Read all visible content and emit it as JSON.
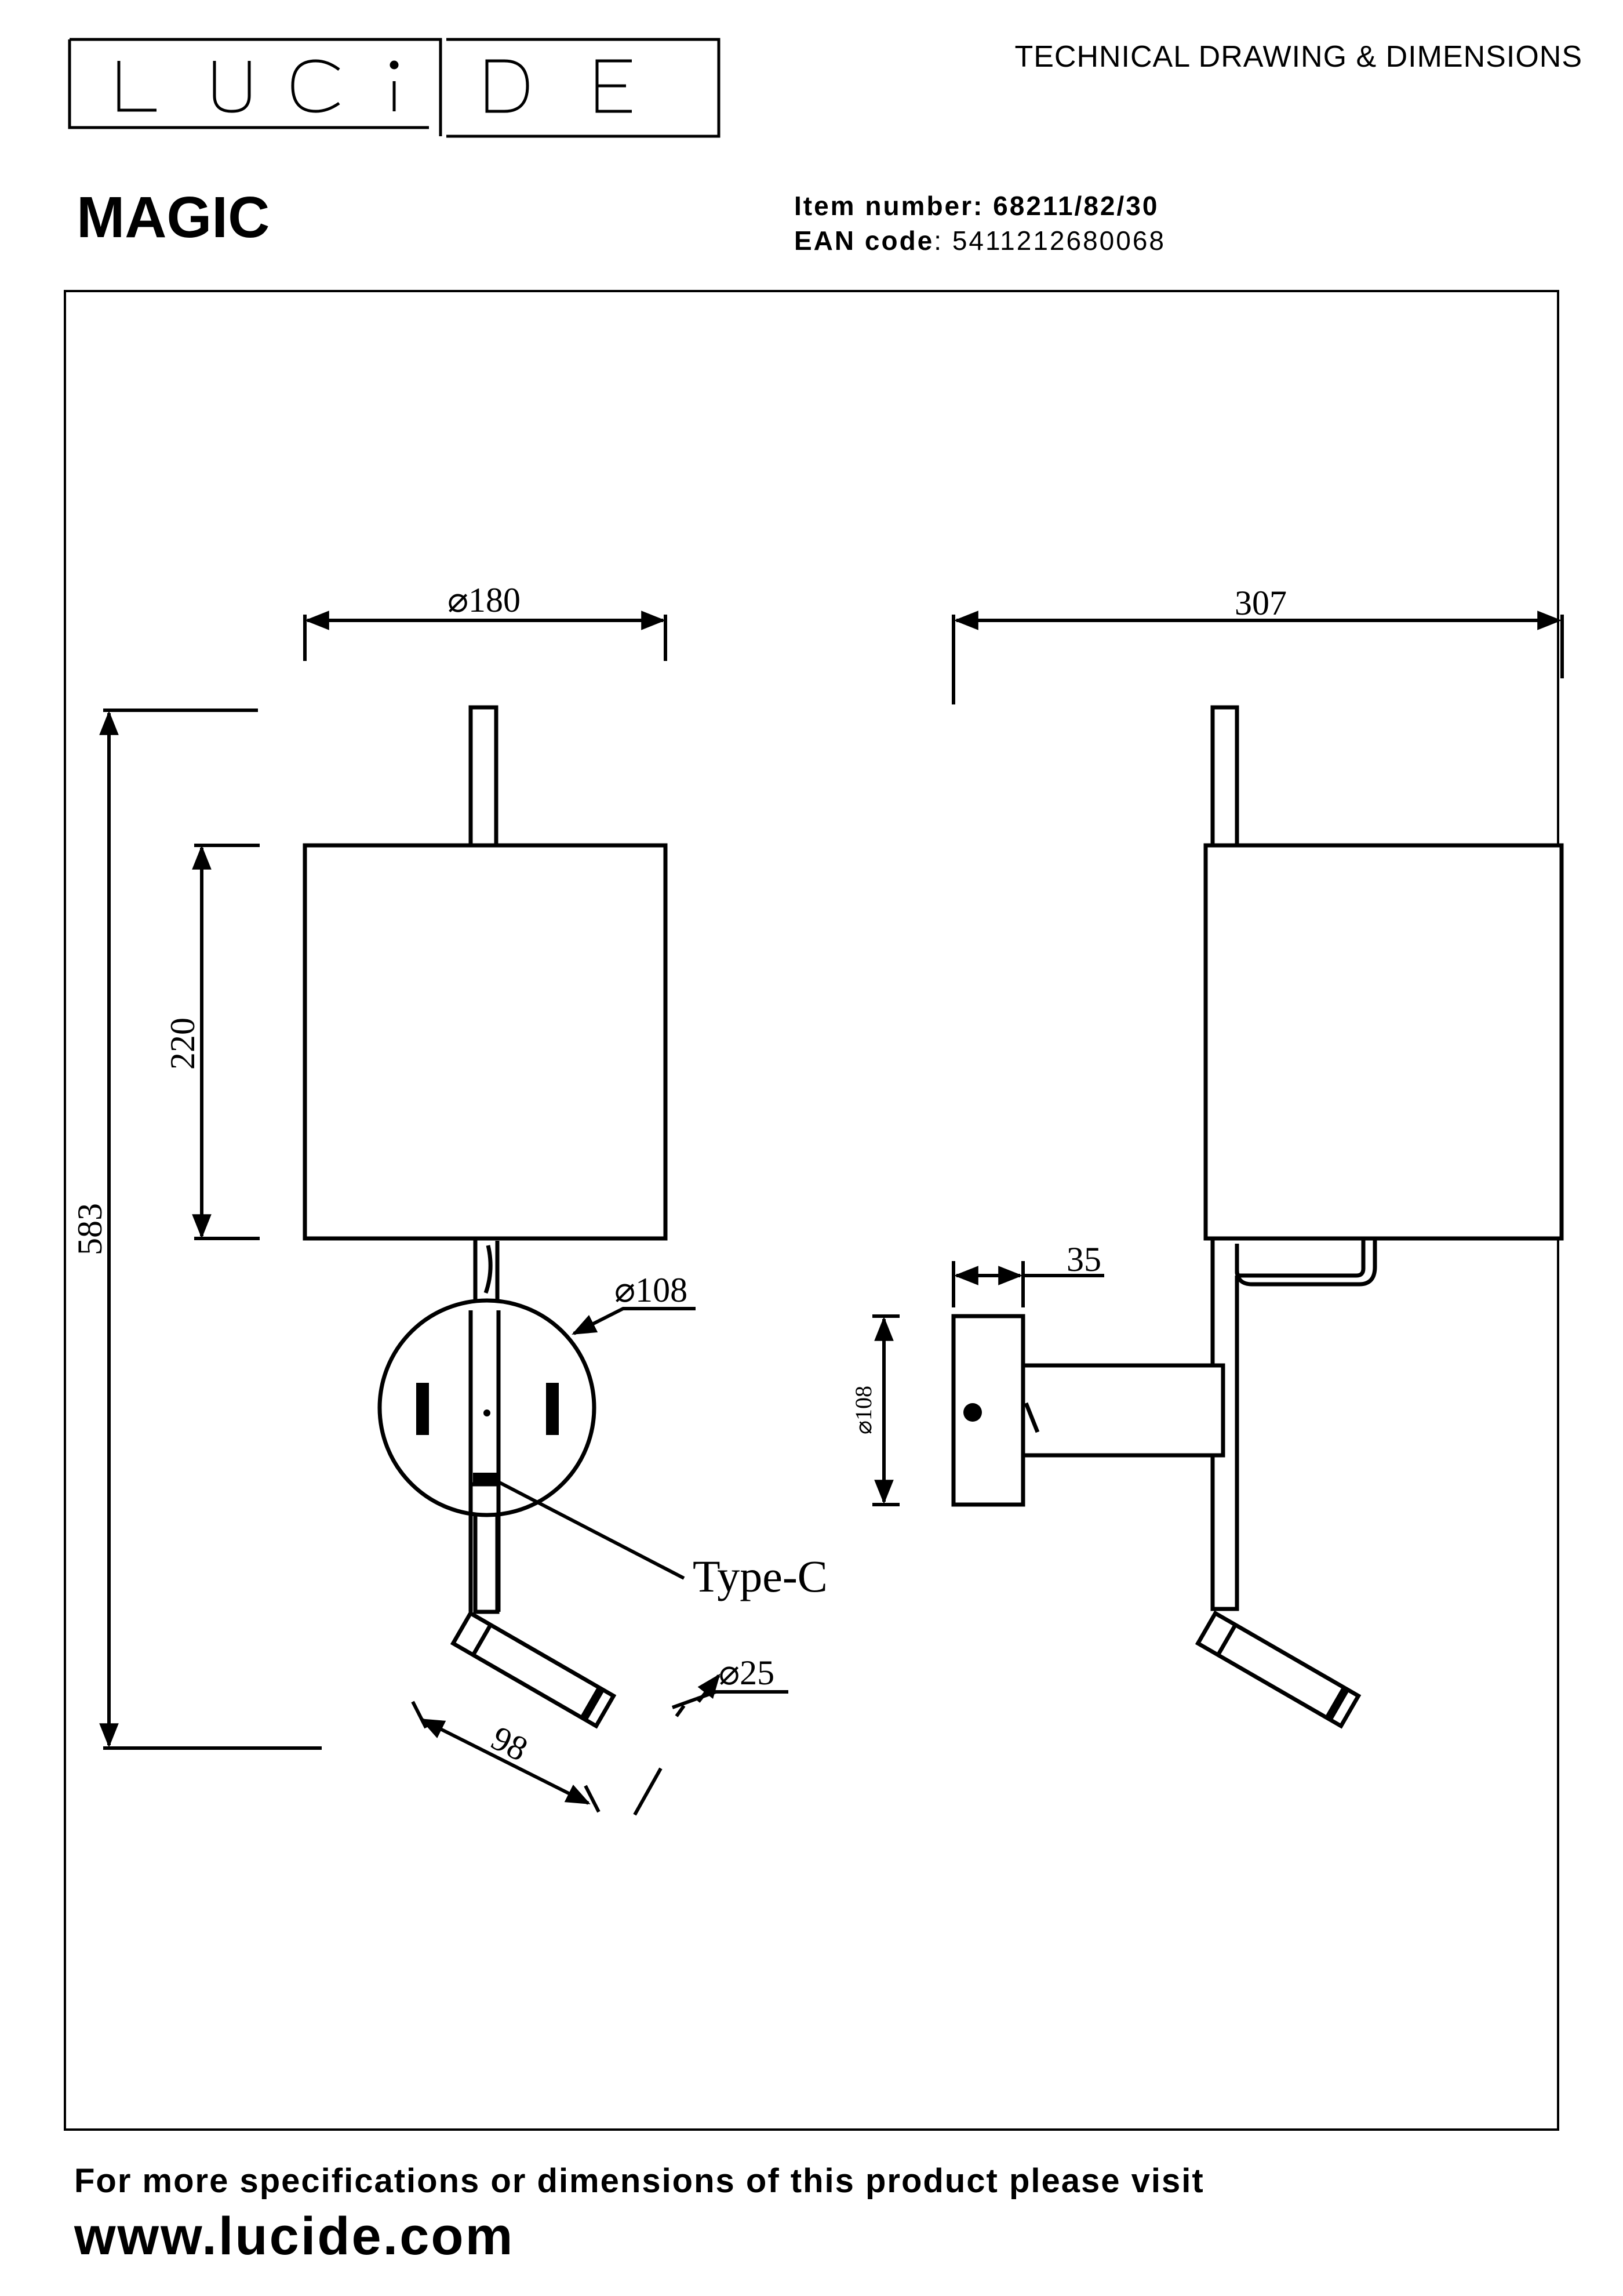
{
  "brand": {
    "logo_text": "LUCIDE"
  },
  "header": {
    "doc_type": "TECHNICAL DRAWING & DIMENSIONS",
    "product_name": "MAGIC",
    "item_label": "Item number:",
    "item_value": "68211/82/30",
    "ean_label": "EAN code",
    "ean_value": ": 5411212680068"
  },
  "drawing": {
    "front": {
      "width": "⌀180",
      "total_height": "583",
      "shade_height": "220",
      "plate_diameter": "⌀108",
      "port": "Type-C",
      "spot_diameter": "⌀25",
      "spot_length": "98"
    },
    "side": {
      "depth": "307",
      "plate_thickness": "35",
      "plate_diameter": "⌀108"
    }
  },
  "footer": {
    "note": "For more specifications or dimensions of this product please visit",
    "url": "www.lucide.com"
  }
}
